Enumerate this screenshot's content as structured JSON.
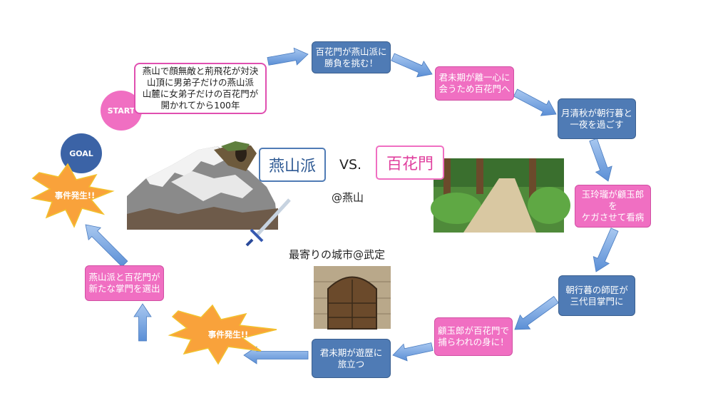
{
  "start_label": "START",
  "goal_label": "GOAL",
  "intro": "燕山で顔無敵と荊飛花が対決\n山頂に男弟子だけの燕山派\n山麓に女弟子だけの百花門が\n開かれてから100年",
  "steps": [
    "百花門が燕山派に\n勝負を挑む！",
    "君未期が離一心に\n会うため百花門へ",
    "月清秋が朝行暮と\n一夜を過ごす",
    "玉玲瓏が顧玉郎を\nケガさせて看病",
    "朝行暮の師匠が\n三代目掌門に",
    "顧玉郎が百花門で\n捕らわれの身に！",
    "君未期が遊歴に\n旅立つ",
    "燕山派と百花門が\n新たな掌門を選出"
  ],
  "incident_label": "事件発生!!",
  "center": {
    "team_left": "燕山派",
    "vs": "VS.",
    "team_right": "百花門",
    "location": "@燕山",
    "city": "最寄りの城市@武定"
  },
  "colors": {
    "blue": "#4f7bb5",
    "pink": "#f06fc2",
    "arrow": "#7aa7e0",
    "burst": "#f9a23b"
  },
  "icons": [
    "mountain-illustration",
    "sword-icon",
    "forest-path-illustration",
    "moon-icon",
    "castle-gate-illustration",
    "explosion-burst-icon"
  ]
}
